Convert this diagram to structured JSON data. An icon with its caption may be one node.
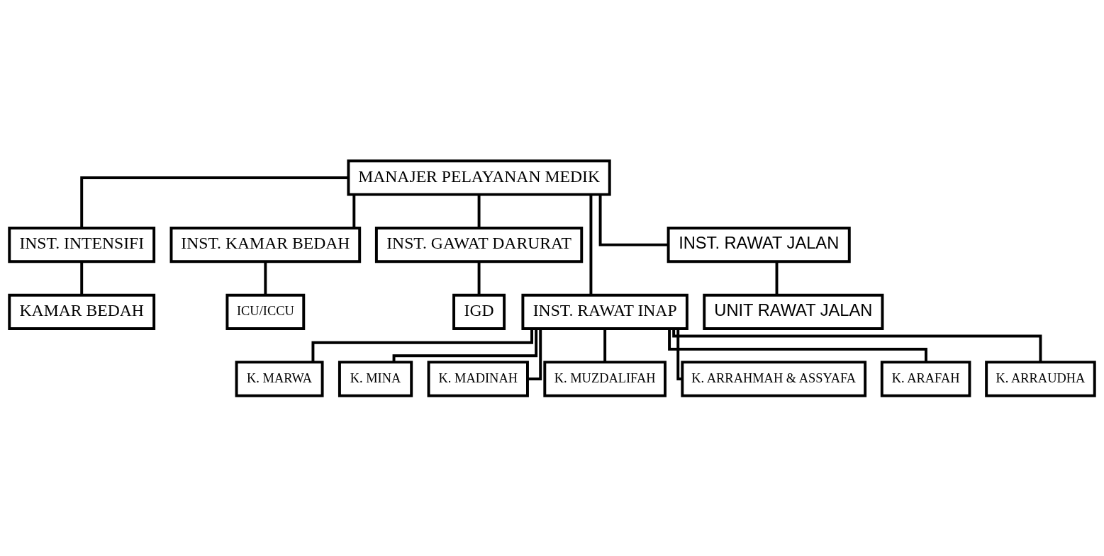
{
  "diagram": {
    "nodes": [
      {
        "text": [
          "MANAJER PELAYANAN MEDIK"
        ]
      },
      {
        "text": [
          "INST. INTENSIFI"
        ]
      },
      {
        "text": [
          "INST. KAMAR BEDAH"
        ]
      },
      {
        "text": [
          "INST. GAWAT DARURAT"
        ]
      },
      {
        "text": [
          "INST. RAWAT INAP"
        ]
      },
      {
        "text": [
          "INST. RAWAT JALAN"
        ]
      },
      {
        "text": [
          "KAMAR BEDAH"
        ]
      },
      {
        "text": [
          "ICU/ICCU"
        ]
      },
      {
        "text": [
          "IGD"
        ]
      },
      {
        "text": [
          "UNIT RAWAT JALAN"
        ]
      },
      {
        "text": [
          "K. MARWA"
        ]
      },
      {
        "text": [
          "K. MINA"
        ]
      },
      {
        "text": [
          "K. MADINAH"
        ]
      },
      {
        "text": [
          "K. MUZDALIFAH"
        ]
      },
      {
        "text": [
          "K. ARRAHMAH & ASSYAFA"
        ]
      },
      {
        "text": [
          "K. ARAFAH"
        ]
      },
      {
        "text": [
          "K. ARRAUDHA"
        ]
      }
    ],
    "edges": [
      {
        "from": 0,
        "to": 1,
        "arrow": "none"
      },
      {
        "from": 0,
        "to": 2,
        "arrow": "none"
      },
      {
        "from": 0,
        "to": 3,
        "arrow": "none"
      },
      {
        "from": 0,
        "to": 4,
        "arrow": "none"
      },
      {
        "from": 0,
        "to": 5,
        "arrow": "none"
      },
      {
        "from": 1,
        "to": 6,
        "arrow": "none"
      },
      {
        "from": 2,
        "to": 7,
        "arrow": "none"
      },
      {
        "from": 3,
        "to": 8,
        "arrow": "none"
      },
      {
        "from": 5,
        "to": 9,
        "arrow": "none"
      },
      {
        "from": 4,
        "to": 10,
        "arrow": "none"
      },
      {
        "from": 4,
        "to": 11,
        "arrow": "none"
      },
      {
        "from": 4,
        "to": 12,
        "arrow": "none"
      },
      {
        "from": 4,
        "to": 13,
        "arrow": "none"
      },
      {
        "from": 4,
        "to": 14,
        "arrow": "none"
      },
      {
        "from": 4,
        "to": 15,
        "arrow": "none"
      },
      {
        "from": 4,
        "to": 16,
        "arrow": "none"
      }
    ]
  }
}
